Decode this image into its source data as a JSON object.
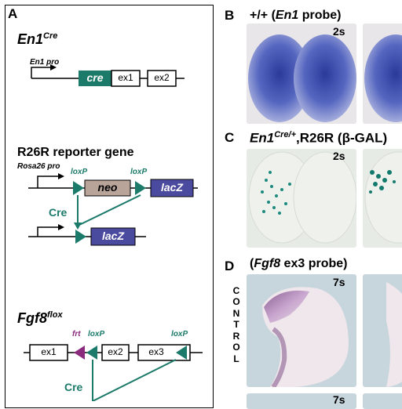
{
  "panel_a": {
    "label": "A",
    "en1cre": {
      "name": "En1",
      "sup": "Cre",
      "promoter": "En1 pro",
      "boxes": [
        "cre",
        "ex1",
        "ex2"
      ]
    },
    "r26r": {
      "title": "R26R reporter gene",
      "promoter": "Rosa26 pro",
      "loxp1": "loxP",
      "loxp2": "loxP",
      "boxes": [
        "neo",
        "lacZ"
      ],
      "recombinase": "Cre",
      "product": "lacZ"
    },
    "fgf8flox": {
      "name": "Fgf8",
      "sup": "flox",
      "frt": "frt",
      "loxp1": "loxP",
      "loxp2": "loxP",
      "boxes": [
        "ex1",
        "ex2",
        "ex3"
      ],
      "recombinase": "Cre"
    }
  },
  "panel_b": {
    "label": "B",
    "title_prefix": "+/+ (",
    "probe": "En1",
    "title_suffix": " probe)",
    "time": "2s"
  },
  "panel_c": {
    "label": "C",
    "gene": "En1",
    "sup": "Cre/+",
    "title_rest": ",R26R (β-GAL)",
    "time": "2s"
  },
  "panel_d": {
    "label": "D",
    "title_prefix": "(",
    "probe": "Fgf8",
    "title_suffix": " ex3 probe)",
    "time_top": "7s",
    "time_bottom": "7s",
    "side_label": [
      "C",
      "O",
      "N",
      "T",
      "R",
      "O",
      "L"
    ]
  },
  "colors": {
    "teal": "#1b7a6a",
    "navy": "#4a4a9e",
    "neo": "#b9a49a",
    "purple": "#8a2b7e"
  }
}
